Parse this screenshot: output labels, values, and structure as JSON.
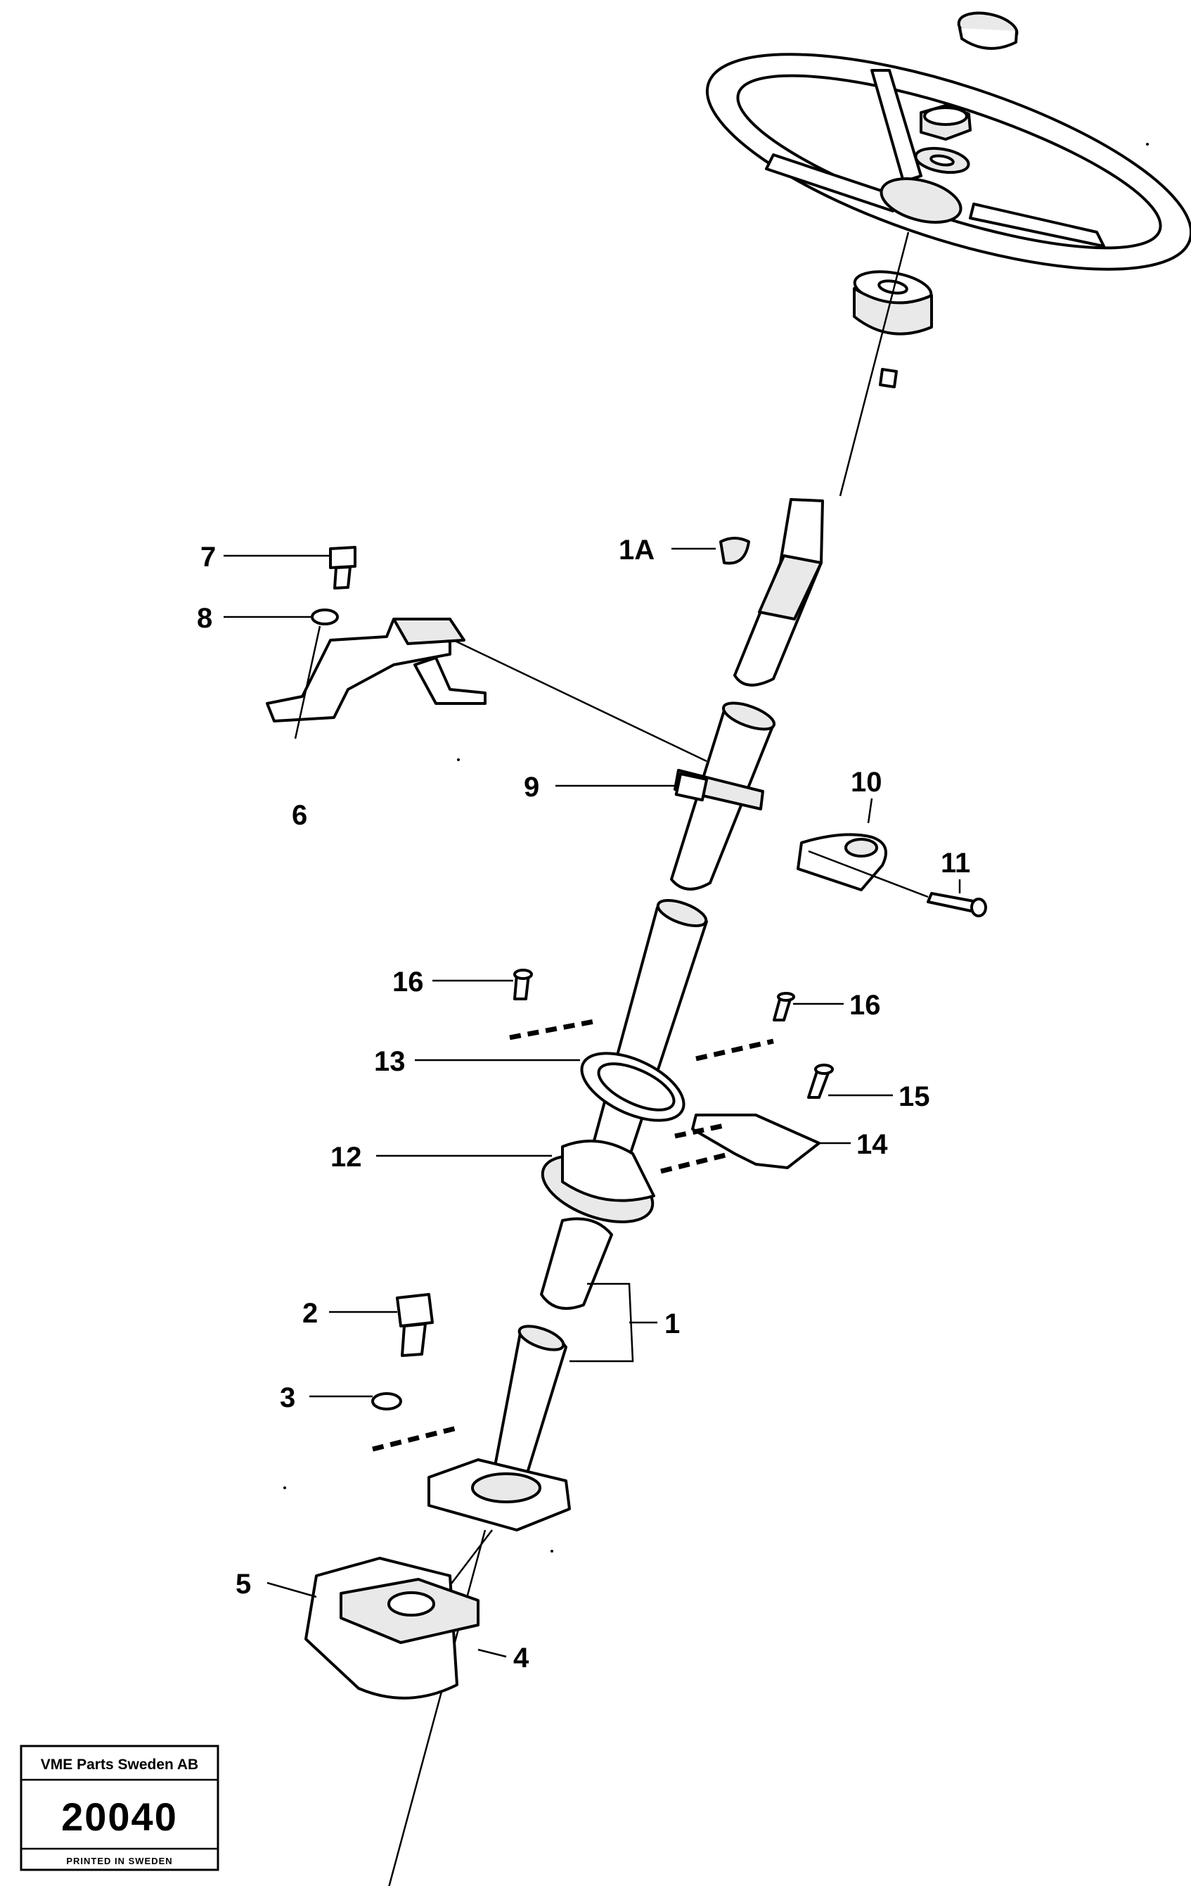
{
  "labels": {
    "p1": "1",
    "p1a": "1A",
    "p2": "2",
    "p3": "3",
    "p4": "4",
    "p5": "5",
    "p6": "6",
    "p7": "7",
    "p8": "8",
    "p9": "9",
    "p10": "10",
    "p11": "11",
    "p12": "12",
    "p13": "13",
    "p14": "14",
    "p15": "15",
    "p16a": "16",
    "p16b": "16"
  },
  "stamp": {
    "company": "VME Parts Sweden AB",
    "number": "20040",
    "printed": "PRINTED IN SWEDEN"
  }
}
